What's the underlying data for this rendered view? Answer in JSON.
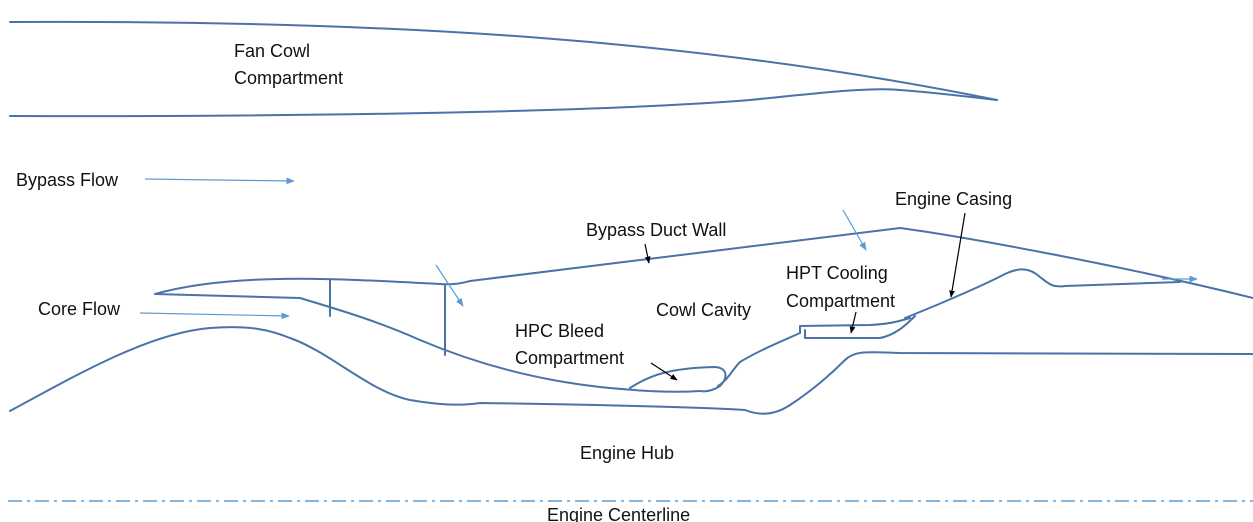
{
  "diagram": {
    "labels": {
      "fan_cowl_line1": "Fan Cowl",
      "fan_cowl_line2": "Compartment",
      "bypass_flow": "Bypass Flow",
      "core_flow": "Core Flow",
      "bypass_duct_wall": "Bypass Duct Wall",
      "engine_casing": "Engine Casing",
      "hpt_line1": "HPT Cooling",
      "hpt_line2": "Compartment",
      "cowl_cavity": "Cowl Cavity",
      "hpc_line1": "HPC Bleed",
      "hpc_line2": "Compartment",
      "engine_hub": "Engine Hub",
      "engine_centerline": "Engine Centerline"
    },
    "colors": {
      "wall": "#4a73a8",
      "flow_arrow": "#5b9bd5",
      "pointer_arrow": "#000000",
      "centerline": "#5b9bd5",
      "text": "#111111"
    }
  }
}
